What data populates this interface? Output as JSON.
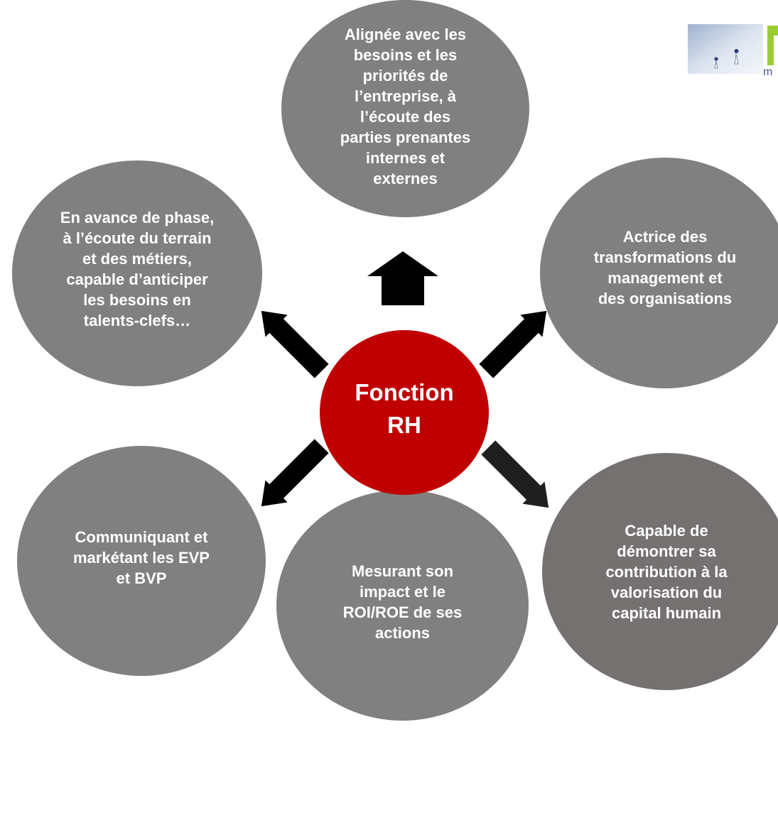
{
  "center": {
    "label": "Fonction\nRH"
  },
  "items": {
    "top": "Alignée avec les\nbesoins et les\npriorités de\nl’entreprise, à\nl’écoute  des\nparties prenantes\ninternes et\nexternes",
    "top_right": "Actrice des\ntransformations du\nmanagement et\ndes organisations",
    "bottom_right": "Capable de\ndémontrer sa\ncontribution à la\nvalorisation du\ncapital humain",
    "bottom": "Mesurant son\nimpact et le\nROI/ROE de ses\nactions",
    "bottom_left": "Communiquant et\nmarkétant les EVP\net BVP",
    "top_left": "En avance de phase,\nà l’écoute du terrain\net des métiers,\ncapable d’anticiper\nles besoins en\ntalents-clefs…"
  },
  "colors": {
    "center": "#c00000",
    "satellite": "#808080",
    "satellite_dark": "#757170",
    "arrow": "#000000",
    "logo_green": "#9acd32"
  },
  "logo": {
    "icon": "people-photo-logo-icon",
    "partial_text": "m"
  }
}
